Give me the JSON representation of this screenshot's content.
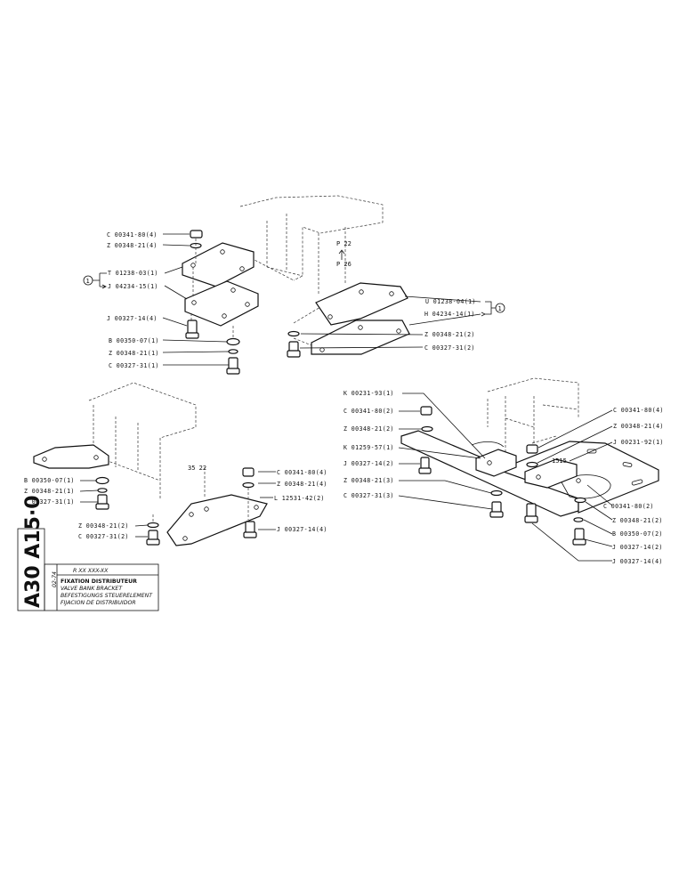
{
  "drawing": {
    "number": "A30 A15·0",
    "date": "02-74",
    "header_codes": "R XX XXX-XX",
    "titles": [
      "FIXATION DISTRIBUTEUR",
      "VALVE BANK BRACKET",
      "BEFESTIGUNGS STEUERELEMENT",
      "FIJACION DE DISTRIBUIDOR"
    ]
  },
  "view_marks": {
    "p22": "P 22",
    "p26": "P 26",
    "m3522": "35 22",
    "m1515": "1515",
    "circle_ref": "1"
  },
  "part_labels": [
    "C 00341-80(4)",
    "Z 00348-21(4)",
    "T 01238-03(1)",
    "J 04234-15(1)",
    "J 00327-14(4)",
    "B 00350-07(1)",
    "Z 00348-21(1)",
    "C 00327-31(1)",
    "U 01238-04(1)",
    "H 04234-14(1)",
    "Z 00348-21(2)",
    "C 00327-31(2)",
    "K 00231-93(1)",
    "C 00341-80(2)",
    "Z 00348-21(2)",
    "K 01259-57(1)",
    "J 00327-14(2)",
    "Z 00348-21(3)",
    "C 00327-31(3)",
    "C 00341-80(4)",
    "Z 00348-21(4)",
    "J 00231-92(1)",
    "C 00341-80(2)",
    "Z 00348-21(2)",
    "B 00350-07(2)",
    "J 00327-14(2)",
    "J 00327-14(4)",
    "B 00350-07(1)",
    "Z 00348-21(1)",
    "C 00327-31(1)",
    "C 00341-80(4)",
    "Z 00348-21(4)",
    "L 12531-42(2)",
    "Z 00348-21(2)",
    "C 00327-31(2)",
    "J 00327-14(4)"
  ]
}
